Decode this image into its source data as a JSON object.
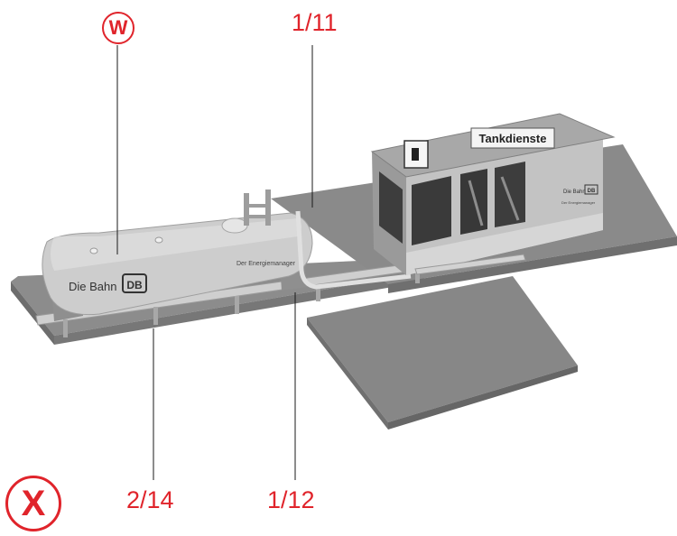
{
  "badge_top": "W",
  "badge_bottom": "X",
  "callouts": {
    "top": "1/11",
    "bottom_left": "2/14",
    "bottom_right": "1/12"
  },
  "model": {
    "sign": "Tankdienste",
    "tank_brand": "Die Bahn",
    "tank_logo": "DB",
    "tank_slogan": "Der Energiemanager",
    "building_brand": "Die Bahn",
    "building_logo": "DB",
    "building_slogan": "Der Energiemanager"
  }
}
